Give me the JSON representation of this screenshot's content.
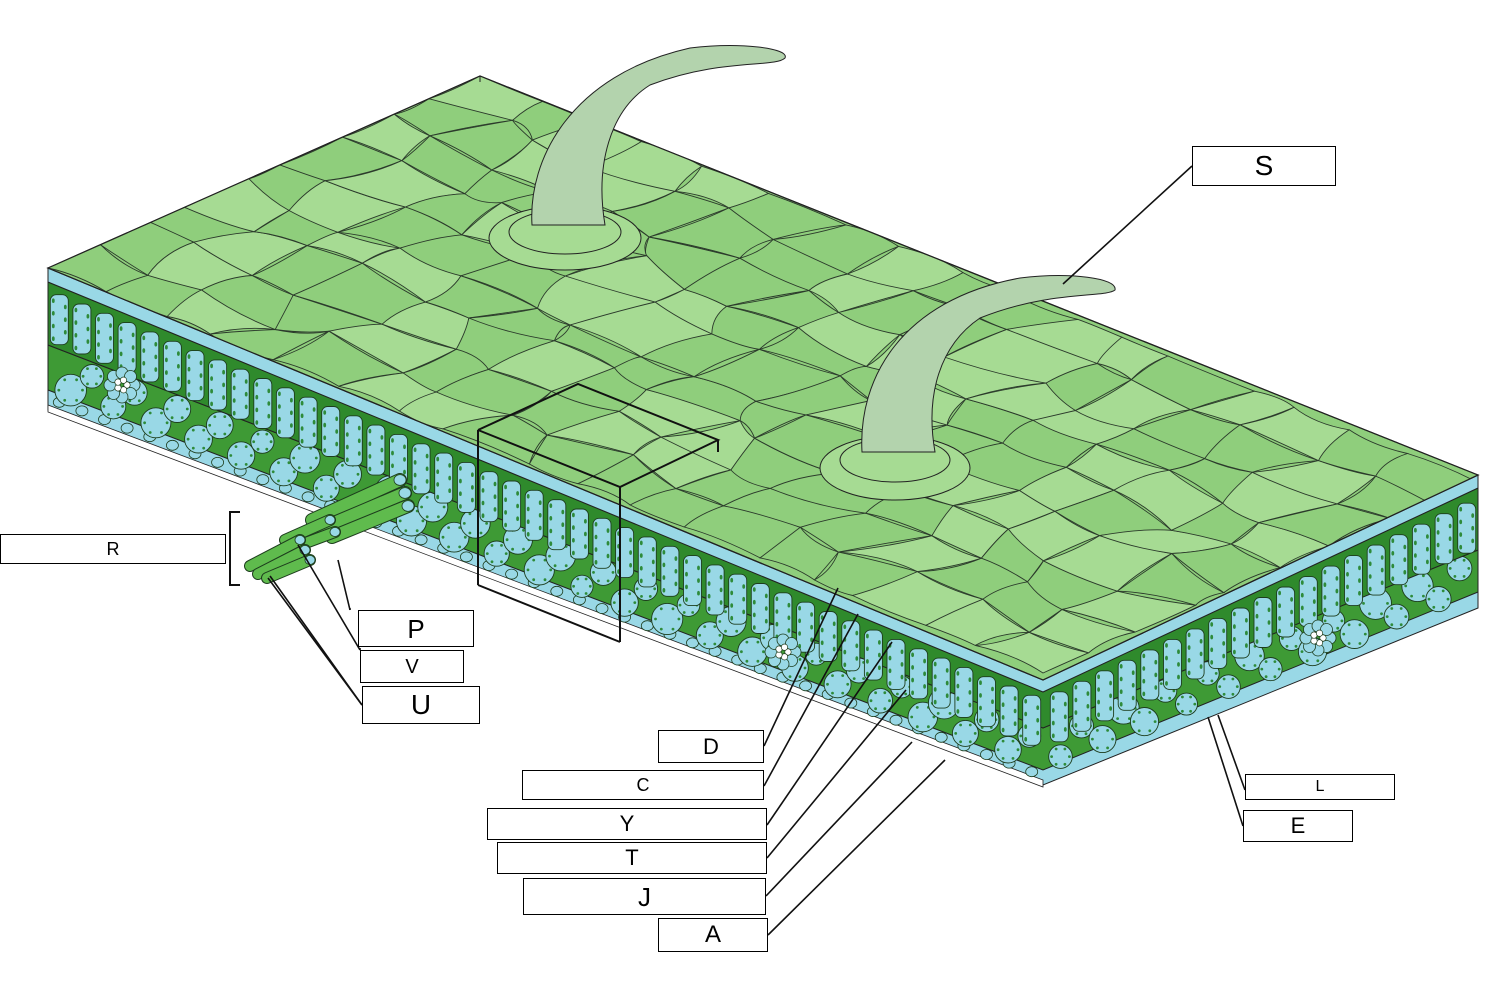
{
  "labels": {
    "S": "S",
    "R": "R",
    "P": "P",
    "V": "V",
    "U": "U",
    "D": "D",
    "C": "C",
    "Y": "Y",
    "T": "T",
    "J": "J",
    "A": "A",
    "L": "L",
    "E": "E"
  },
  "colors": {
    "epidermis_top": "#8fce7c",
    "epidermis_light": "#a6db93",
    "trichome": "#b3d3ad",
    "cell_blue": "#99d8e6",
    "chloroplast": "#2e8b3a",
    "mesophyll_dark": "#3e9a35",
    "mesophyll": "#5fbb4d",
    "outline": "#222222"
  }
}
